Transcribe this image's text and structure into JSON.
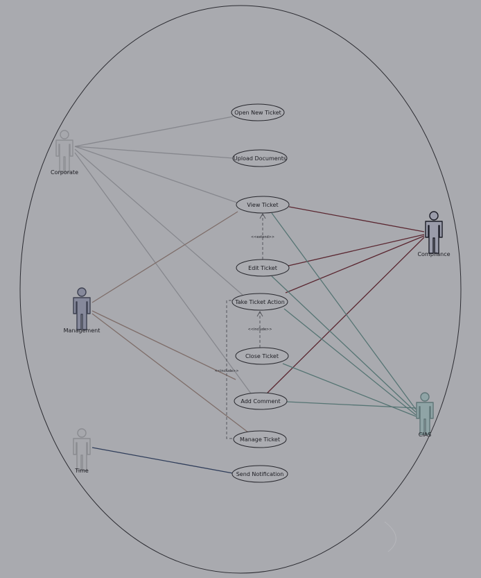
{
  "diagram": {
    "actors": [
      {
        "id": "corporate",
        "label": "Corporate",
        "fill": "#a7a8ad",
        "stroke": "#8c8d92"
      },
      {
        "id": "management",
        "label": "Management",
        "fill": "#86899b",
        "stroke": "#3d4050"
      },
      {
        "id": "compliance",
        "label": "Compliance",
        "fill": "#9a9caa",
        "stroke": "#1b1c26"
      },
      {
        "id": "cias",
        "label": "CIAS",
        "fill": "#8fa4a6",
        "stroke": "#5f7577"
      },
      {
        "id": "time",
        "label": "Time",
        "fill": "#a7a8ad",
        "stroke": "#8a8b90"
      }
    ],
    "use_cases": [
      {
        "id": "open_new_ticket",
        "label": "Open New Ticket"
      },
      {
        "id": "upload_documents",
        "label": "Upload Documents"
      },
      {
        "id": "view_ticket",
        "label": "View Ticket"
      },
      {
        "id": "edit_ticket",
        "label": "Edit Ticket"
      },
      {
        "id": "take_ticket_action",
        "label": "Take Ticket Action"
      },
      {
        "id": "close_ticket",
        "label": "Close Ticket"
      },
      {
        "id": "add_comment",
        "label": "Add Comment"
      },
      {
        "id": "manage_ticket",
        "label": "Manage Ticket"
      },
      {
        "id": "send_notification",
        "label": "Send Notification"
      }
    ],
    "stereotypes": {
      "extend": "<<extend>>",
      "include": "<<include>>"
    },
    "colors": {
      "corporate_link": "#86878d",
      "management_link": "#7e6d69",
      "compliance_link": "#5a2630",
      "cias_link": "#557473",
      "time_link": "#2f3d5a",
      "dashed": "#55565c",
      "ellipse_stroke": "#26262c",
      "boundary_stroke": "#2b2b31"
    }
  }
}
